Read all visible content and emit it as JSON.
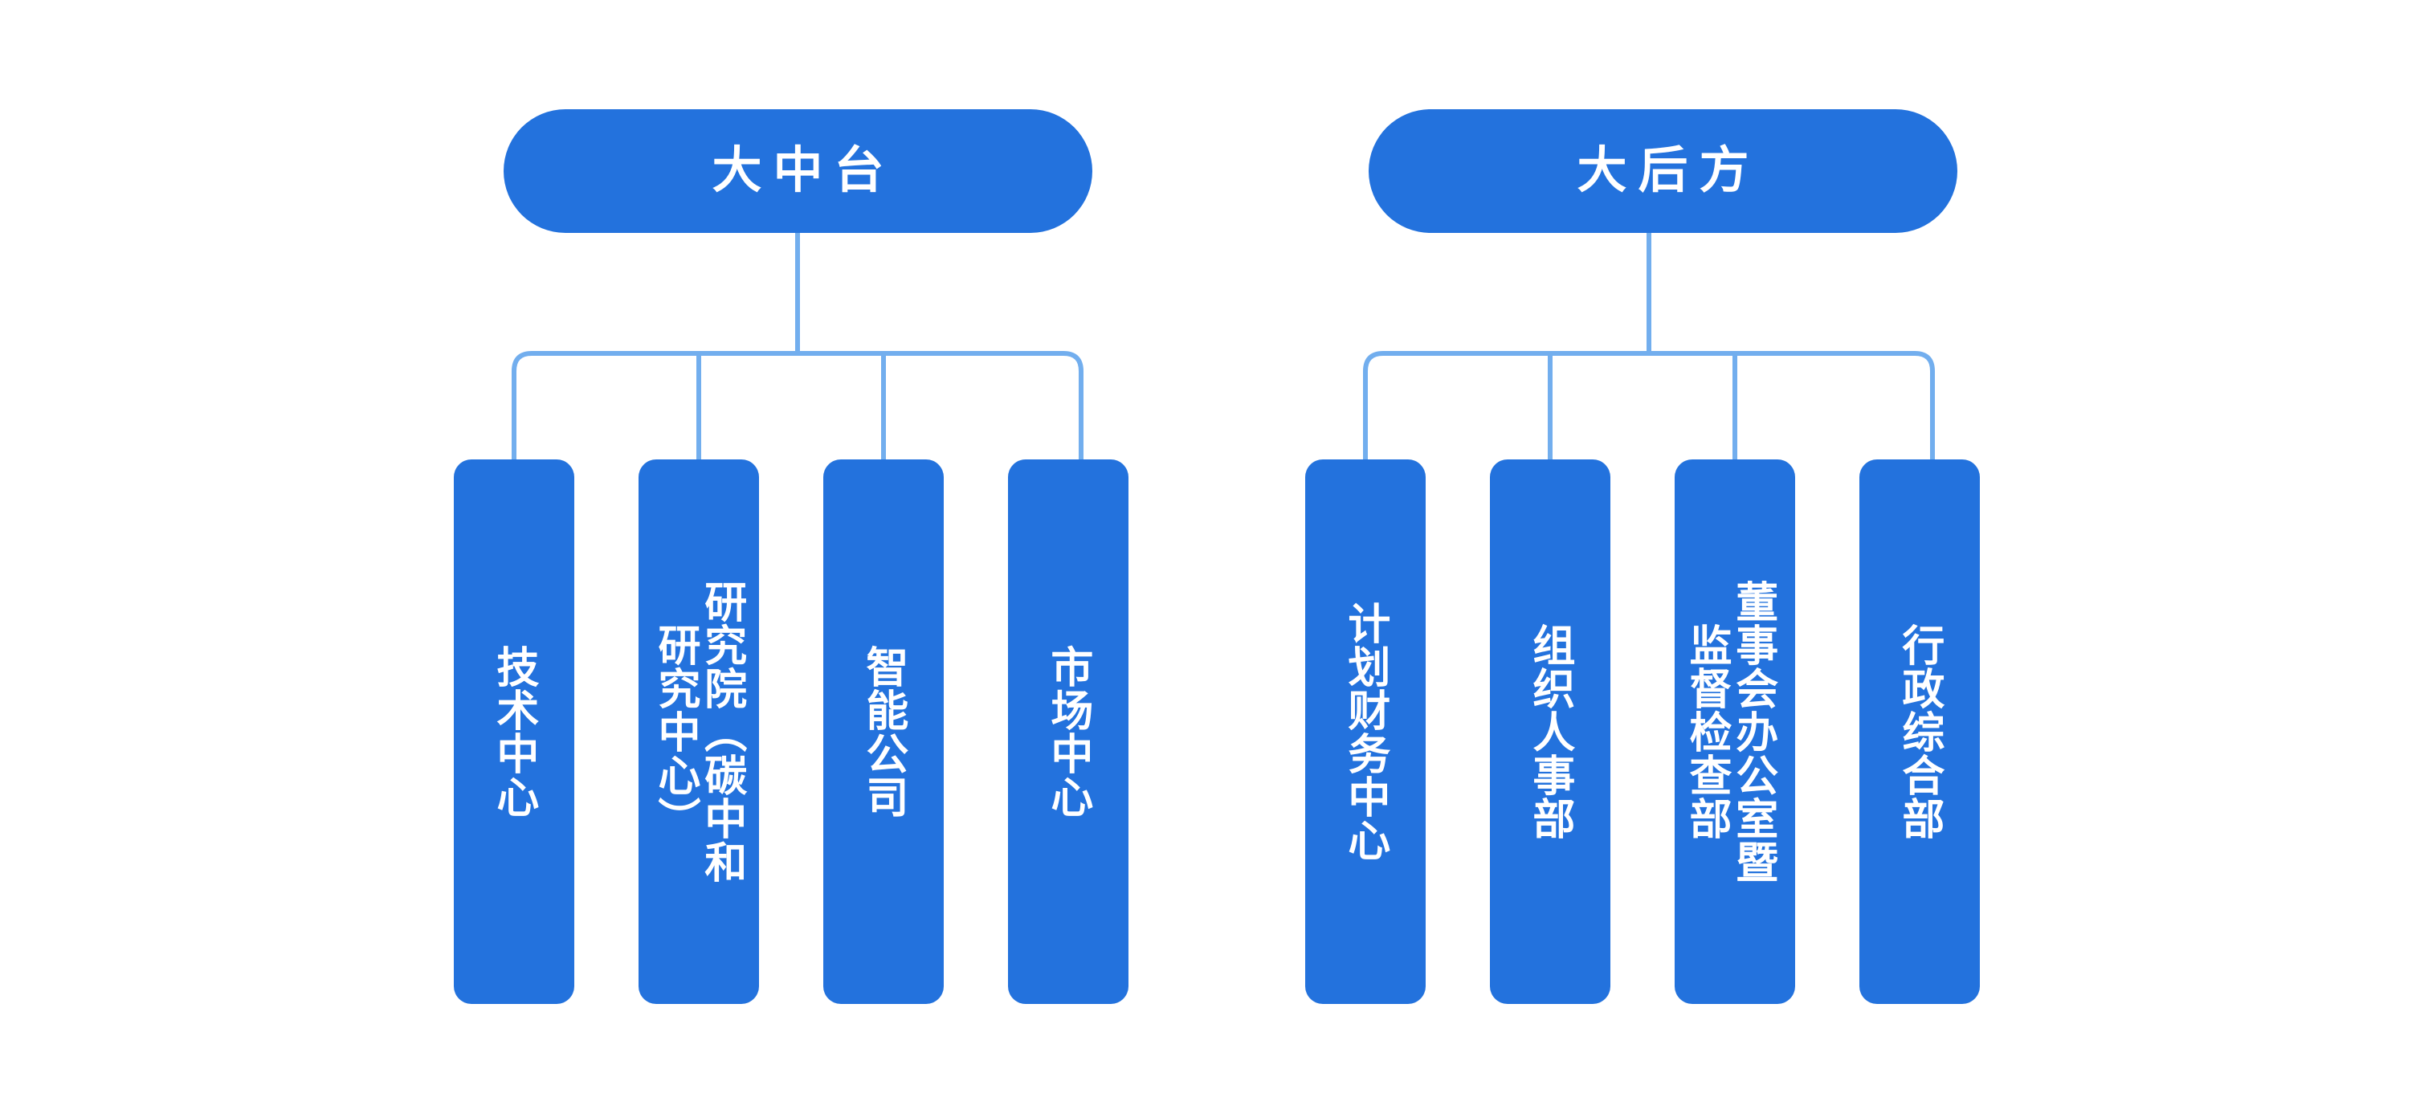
{
  "page": {
    "title": "组织架构图",
    "background_color": "#ffffff"
  },
  "theme": {
    "node_fill": "#2372DD",
    "node_text_color": "#ffffff",
    "connector_color": "#72AEEE",
    "connector_width": 6
  },
  "chart_data": {
    "type": "diagram",
    "subtype": "organization-chart",
    "orientation": "top-down",
    "text_direction": "vertical-rl",
    "groups": [
      {
        "id": "group-1",
        "root": {
          "label": "大中台"
        },
        "children": [
          {
            "label": "技术中心",
            "columns": 1
          },
          {
            "label": "研究院（碳中和研究中心）",
            "columns": 2
          },
          {
            "label": "智能公司",
            "columns": 1
          },
          {
            "label": "市场中心",
            "columns": 1
          }
        ]
      },
      {
        "id": "group-2",
        "root": {
          "label": "大后方"
        },
        "children": [
          {
            "label": "计划财务中心",
            "columns": 1
          },
          {
            "label": "组织人事部",
            "columns": 1
          },
          {
            "label": "董事会办公室暨监督检查部",
            "columns": 2
          },
          {
            "label": "行政综合部",
            "columns": 1
          }
        ]
      }
    ]
  }
}
